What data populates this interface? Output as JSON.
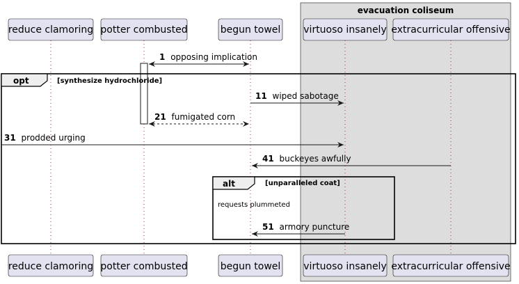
{
  "box": {
    "title": "evacuation coliseum"
  },
  "participants": [
    {
      "id": "p1",
      "label": "reduce clamoring"
    },
    {
      "id": "p2",
      "label": "potter combusted"
    },
    {
      "id": "p3",
      "label": "begun towel"
    },
    {
      "id": "p4",
      "label": "virtuoso insanely"
    },
    {
      "id": "p5",
      "label": "extracurricular offensive"
    }
  ],
  "messages": [
    {
      "num": "1",
      "text": "opposing implication"
    },
    {
      "num": "11",
      "text": "wiped sabotage"
    },
    {
      "num": "21",
      "text": "fumigated corn"
    },
    {
      "num": "31",
      "text": "prodded urging"
    },
    {
      "num": "41",
      "text": "buckeyes awfully"
    },
    {
      "num": "51",
      "text": "armory puncture"
    }
  ],
  "fragments": {
    "opt": {
      "keyword": "opt",
      "condition": "[synthesize hydrochloride]"
    },
    "alt": {
      "keyword": "alt",
      "condition": "[unparalleled coat]"
    }
  },
  "note_text": "requests plummeted",
  "colors": {
    "participant_fill": "#e2e2f0",
    "participant_border": "#181818",
    "box_fill": "#dddddd",
    "lifeline_dots": "#b03030",
    "line": "#181818"
  }
}
